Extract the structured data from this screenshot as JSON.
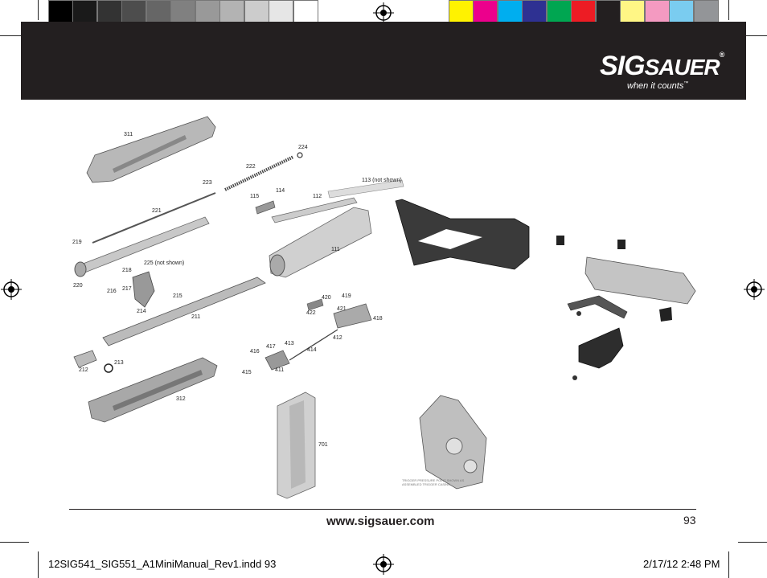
{
  "header": {
    "logo_sig": "SIG",
    "logo_sauer": "SAUER",
    "logo_reg": "®",
    "tagline": "when it counts",
    "tagline_tm": "™"
  },
  "diagram": {
    "labels": {
      "p311": "311",
      "p224": "224",
      "p222": "222",
      "p223": "223",
      "p221": "221",
      "p115": "115",
      "p114": "114",
      "p112": "112",
      "p113": "113 (not shown)",
      "p219": "219",
      "p220": "220",
      "p225": "225 (not shown)",
      "p218": "218",
      "p216": "216",
      "p217": "217",
      "p215": "215",
      "p214": "214",
      "p111": "111",
      "p211": "211",
      "p420": "420",
      "p419": "419",
      "p422": "422",
      "p421": "421",
      "p418": "418",
      "p412": "412",
      "p417": "417",
      "p413": "413",
      "p414": "414",
      "p416": "416",
      "p415": "415",
      "p411": "411",
      "p212": "212",
      "p213": "213",
      "p312": "312",
      "p701": "701"
    },
    "inset_note": "TRIGGER PRESSURE POINT SHOWN AS ASSEMBLED TRIGGER CASING"
  },
  "footer": {
    "url": "www.sigsauer.com",
    "page_number": "93"
  },
  "slug": {
    "file": "12SIG541_SIG551_A1MiniManual_Rev1.indd   93",
    "datetime": "2/17/12   2:48 PM"
  },
  "colors": {
    "header_bg": "#231f20",
    "gray_swatches": [
      "#000000",
      "#1a1a1a",
      "#333333",
      "#4d4d4d",
      "#666666",
      "#808080",
      "#999999",
      "#b3b3b3",
      "#cccccc",
      "#e6e6e6",
      "#ffffff"
    ],
    "color_swatches": [
      "#fff200",
      "#ec008c",
      "#00aeef",
      "#2e3192",
      "#00a651",
      "#ed1c24",
      "#231f20",
      "#fff685",
      "#f49ac1",
      "#7accf0",
      "#939598"
    ]
  }
}
